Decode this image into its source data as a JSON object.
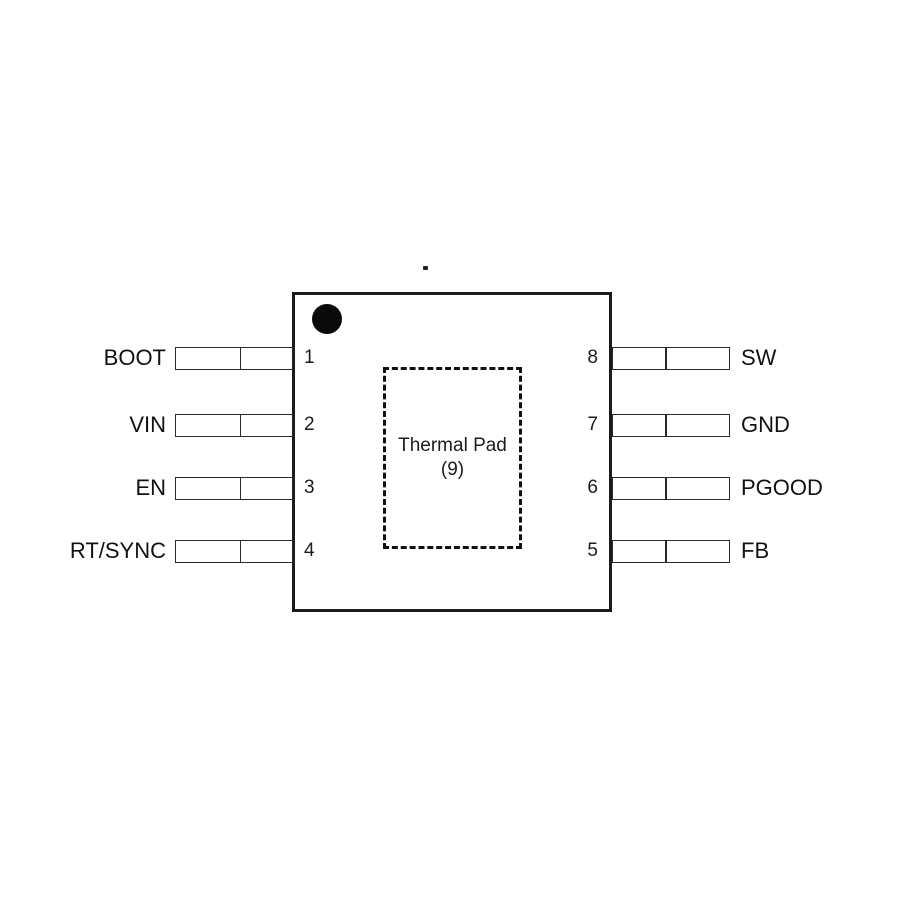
{
  "diagram": {
    "type": "ic-pinout",
    "package": {
      "thermal_pad_label": "Thermal Pad",
      "thermal_pad_number": "(9)",
      "pin1_indicator": "filled-dot"
    },
    "pins": {
      "left": [
        {
          "number": "1",
          "name": "BOOT"
        },
        {
          "number": "2",
          "name": "VIN"
        },
        {
          "number": "3",
          "name": "EN"
        },
        {
          "number": "4",
          "name": "RT/SYNC"
        }
      ],
      "right": [
        {
          "number": "8",
          "name": "SW"
        },
        {
          "number": "7",
          "name": "GND"
        },
        {
          "number": "6",
          "name": "PGOOD"
        },
        {
          "number": "5",
          "name": "FB"
        }
      ]
    },
    "colors": {
      "line": "#1c1c1c",
      "background": "#ffffff",
      "pin1_dot": "#0a0a0a"
    }
  }
}
